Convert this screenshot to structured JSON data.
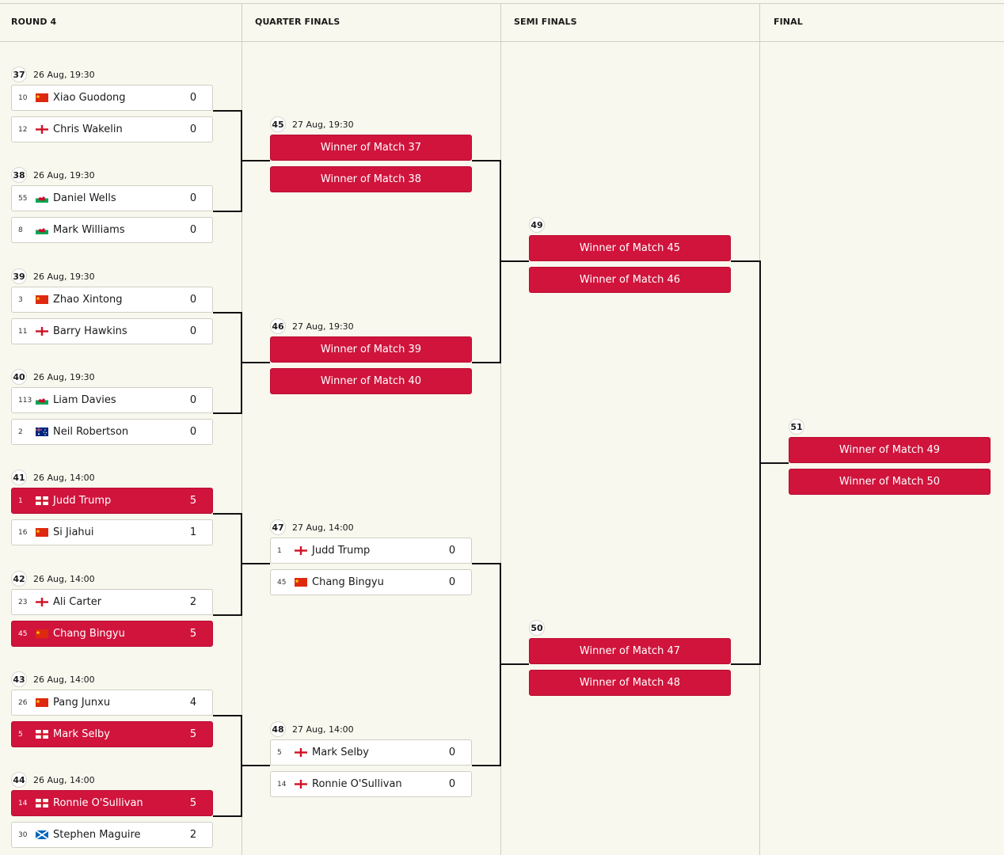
{
  "columns": [
    "ROUND 4",
    "QUARTER FINALS",
    "SEMI FINALS",
    "FINAL"
  ],
  "round4": [
    {
      "num": "37",
      "date": "26 Aug, 19:30",
      "players": [
        {
          "seed": "10",
          "flag": "china-flag-icon",
          "name": "Xiao Guodong",
          "score": "0",
          "win": false
        },
        {
          "seed": "12",
          "flag": "england-flag-icon",
          "name": "Chris Wakelin",
          "score": "0",
          "win": false
        }
      ]
    },
    {
      "num": "38",
      "date": "26 Aug, 19:30",
      "players": [
        {
          "seed": "55",
          "flag": "wales-flag-icon",
          "name": "Daniel Wells",
          "score": "0",
          "win": false
        },
        {
          "seed": "8",
          "flag": "wales-flag-icon",
          "name": "Mark Williams",
          "score": "0",
          "win": false
        }
      ]
    },
    {
      "num": "39",
      "date": "26 Aug, 19:30",
      "players": [
        {
          "seed": "3",
          "flag": "china-flag-icon",
          "name": "Zhao Xintong",
          "score": "0",
          "win": false
        },
        {
          "seed": "11",
          "flag": "england-flag-icon",
          "name": "Barry Hawkins",
          "score": "0",
          "win": false
        }
      ]
    },
    {
      "num": "40",
      "date": "26 Aug, 19:30",
      "players": [
        {
          "seed": "113",
          "flag": "wales-flag-icon",
          "name": "Liam Davies",
          "score": "0",
          "win": false
        },
        {
          "seed": "2",
          "flag": "australia-flag-icon",
          "name": "Neil Robertson",
          "score": "0",
          "win": false
        }
      ]
    },
    {
      "num": "41",
      "date": "26 Aug, 14:00",
      "players": [
        {
          "seed": "1",
          "flag": "england-flag-icon",
          "name": "Judd Trump",
          "score": "5",
          "win": true
        },
        {
          "seed": "16",
          "flag": "china-flag-icon",
          "name": "Si Jiahui",
          "score": "1",
          "win": false
        }
      ]
    },
    {
      "num": "42",
      "date": "26 Aug, 14:00",
      "players": [
        {
          "seed": "23",
          "flag": "england-flag-icon",
          "name": "Ali Carter",
          "score": "2",
          "win": false
        },
        {
          "seed": "45",
          "flag": "china-flag-icon",
          "name": "Chang Bingyu",
          "score": "5",
          "win": true
        }
      ]
    },
    {
      "num": "43",
      "date": "26 Aug, 14:00",
      "players": [
        {
          "seed": "26",
          "flag": "china-flag-icon",
          "name": "Pang Junxu",
          "score": "4",
          "win": false
        },
        {
          "seed": "5",
          "flag": "england-flag-icon",
          "name": "Mark Selby",
          "score": "5",
          "win": true
        }
      ]
    },
    {
      "num": "44",
      "date": "26 Aug, 14:00",
      "players": [
        {
          "seed": "14",
          "flag": "england-flag-icon",
          "name": "Ronnie O'Sullivan",
          "score": "5",
          "win": true
        },
        {
          "seed": "30",
          "flag": "scotland-flag-icon",
          "name": "Stephen Maguire",
          "score": "2",
          "win": false
        }
      ]
    }
  ],
  "quarters": [
    {
      "num": "45",
      "date": "27 Aug, 19:30",
      "slots": [
        "Winner of Match 37",
        "Winner of Match 38"
      ]
    },
    {
      "num": "46",
      "date": "27 Aug, 19:30",
      "slots": [
        "Winner of Match 39",
        "Winner of Match 40"
      ]
    },
    {
      "num": "47",
      "date": "27 Aug, 14:00",
      "players": [
        {
          "seed": "1",
          "flag": "england-flag-icon",
          "name": "Judd Trump",
          "score": "0"
        },
        {
          "seed": "45",
          "flag": "china-flag-icon",
          "name": "Chang Bingyu",
          "score": "0"
        }
      ]
    },
    {
      "num": "48",
      "date": "27 Aug, 14:00",
      "players": [
        {
          "seed": "5",
          "flag": "england-flag-icon",
          "name": "Mark Selby",
          "score": "0"
        },
        {
          "seed": "14",
          "flag": "england-flag-icon",
          "name": "Ronnie O'Sullivan",
          "score": "0"
        }
      ]
    }
  ],
  "semis": [
    {
      "num": "49",
      "slots": [
        "Winner of Match 45",
        "Winner of Match 46"
      ]
    },
    {
      "num": "50",
      "slots": [
        "Winner of Match 47",
        "Winner of Match 48"
      ]
    }
  ],
  "final": {
    "num": "51",
    "slots": [
      "Winner of Match 49",
      "Winner of Match 50"
    ]
  },
  "colors": {
    "accent": "#d0143c",
    "background": "#f9f8ee",
    "line": "#111111"
  }
}
